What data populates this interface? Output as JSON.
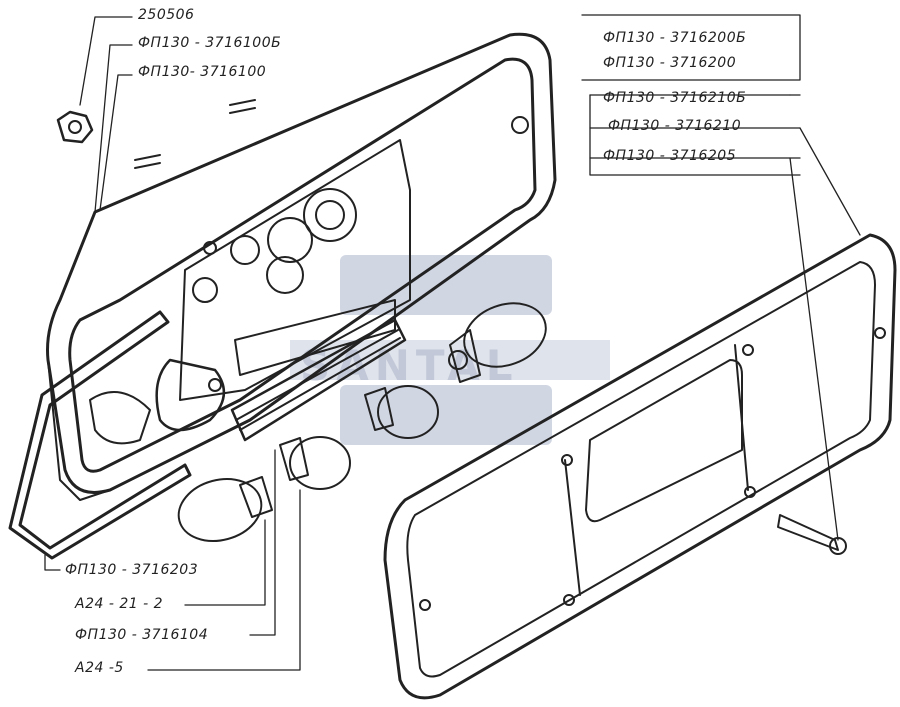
{
  "labels": {
    "nut": "250506",
    "housing_b": "ФП130 - 3716100Б",
    "housing": "ФП130- 3716100",
    "lens_b": "ФП130 - 3716200Б",
    "lens": "ФП130 - 3716200",
    "lens2_b": "ФП130 - 3716210Б",
    "lens2": "ФП130 - 3716210",
    "screw": "ФП130 - 3716205",
    "gasket": "ФП130 - 3716203",
    "bulb_21": "А24 - 21 - 2",
    "plate": "ФП130 - 3716104",
    "bulb_5": "А24 -5"
  },
  "watermark": {
    "text": "SANTAL",
    "color": "#9aa6c2"
  },
  "colors": {
    "line": "#222222",
    "paper": "#ffffff"
  }
}
